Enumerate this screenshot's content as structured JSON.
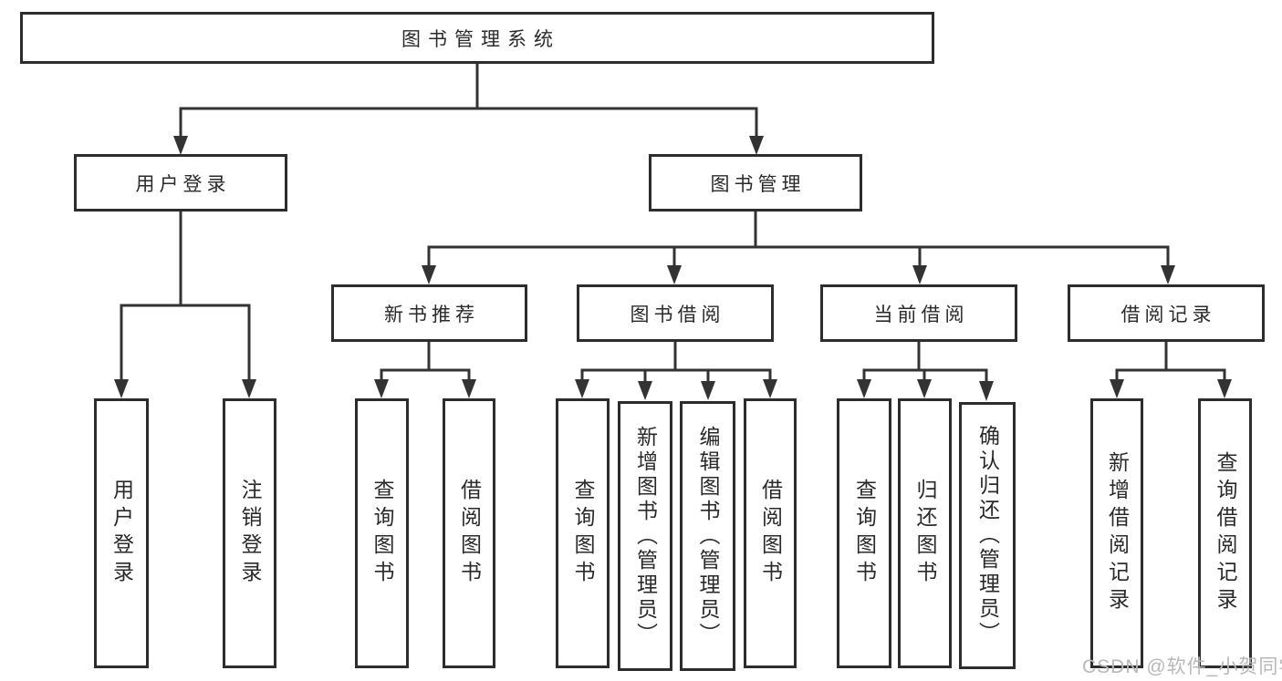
{
  "tree": {
    "root": {
      "label": "图书管理系统",
      "children": [
        {
          "label": "用户登录",
          "children": [
            {
              "label": "用户登录"
            },
            {
              "label": "注销登录"
            }
          ]
        },
        {
          "label": "图书管理",
          "children": [
            {
              "label": "新书推荐",
              "children": [
                {
                  "label": "查询图书"
                },
                {
                  "label": "借阅图书"
                }
              ]
            },
            {
              "label": "图书借阅",
              "children": [
                {
                  "label": "查询图书"
                },
                {
                  "label": "新增图书（管理员）"
                },
                {
                  "label": "编辑图书（管理员）"
                },
                {
                  "label": "借阅图书"
                }
              ]
            },
            {
              "label": "当前借阅",
              "children": [
                {
                  "label": "查询图书"
                },
                {
                  "label": "归还图书"
                },
                {
                  "label": "确认归还（管理员）"
                }
              ]
            },
            {
              "label": "借阅记录",
              "children": [
                {
                  "label": "新增借阅记录"
                },
                {
                  "label": "查询借阅记录"
                }
              ]
            }
          ]
        }
      ]
    }
  },
  "watermark": {
    "text": "CSDN @软件_小贺同学",
    "color": "#b8b8b8"
  },
  "colors": {
    "line": "#333333",
    "box_border": "#2d2d2d",
    "text": "#2a2a2a",
    "background": "#ffffff"
  }
}
